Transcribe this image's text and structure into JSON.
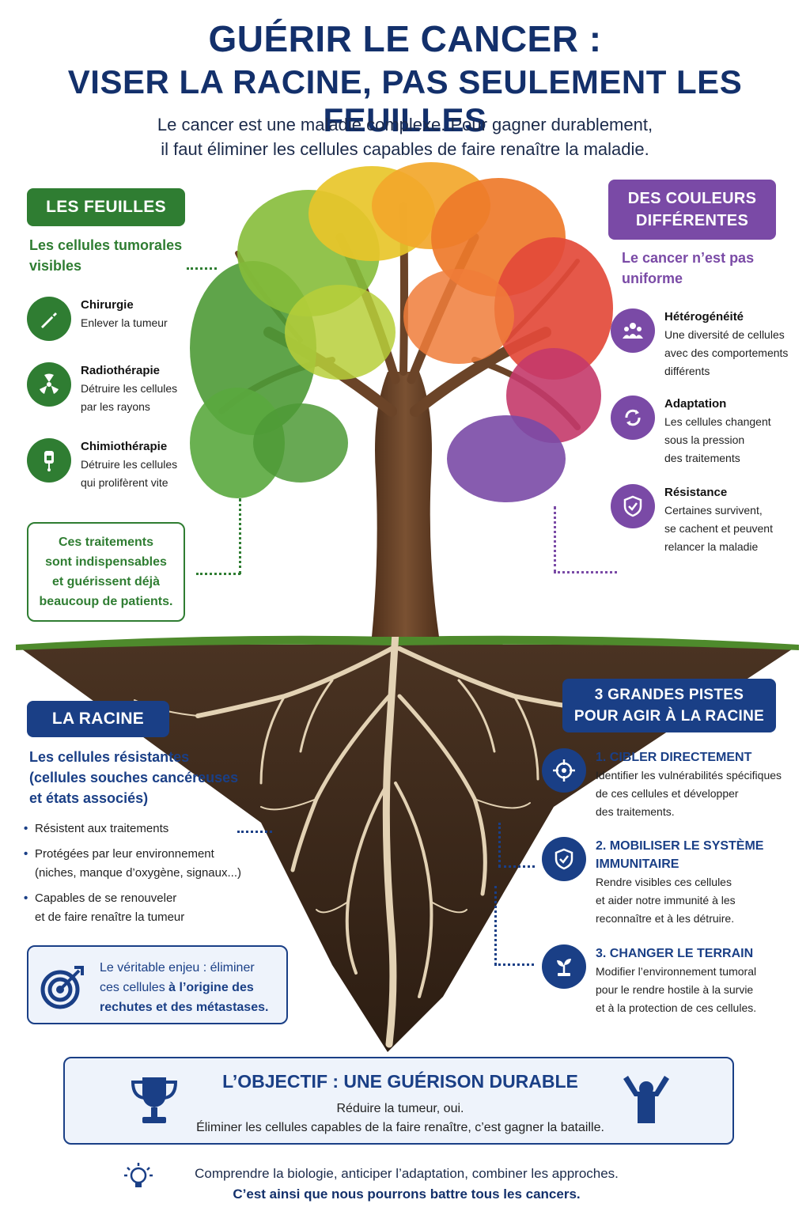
{
  "header": {
    "title_line1": "GUÉRIR LE CANCER :",
    "title_line2": "VISER LA RACINE, PAS SEULEMENT LES FEUILLES",
    "subtitle_line1": "Le cancer est une maladie complexe. Pour gagner durablement,",
    "subtitle_line2": "il faut éliminer les cellules capables de faire renaître la maladie."
  },
  "feuilles": {
    "label": "LES FEUILLES",
    "lead_line1": "Les cellules tumorales",
    "lead_line2": "visibles",
    "items": [
      {
        "title": "Chirurgie",
        "desc1": "Enlever la tumeur",
        "desc2": "",
        "icon": "scalpel-icon"
      },
      {
        "title": "Radiothérapie",
        "desc1": "Détruire les cellules",
        "desc2": "par les rayons",
        "icon": "radiation-icon"
      },
      {
        "title": "Chimiothérapie",
        "desc1": "Détruire les cellules",
        "desc2": "qui prolifèrent vite",
        "icon": "iv-bag-icon"
      }
    ],
    "box_lines": [
      "Ces traitements",
      "sont indispensables",
      "et guérissent déjà",
      "beaucoup de patients."
    ]
  },
  "couleurs": {
    "label_line1": "DES COULEURS",
    "label_line2": "DIFFÉRENTES",
    "lead_line1": "Le cancer n’est pas",
    "lead_line2": "uniforme",
    "items": [
      {
        "title": "Hétérogénéité",
        "desc1": "Une diversité de cellules",
        "desc2": "avec des comportements",
        "desc3": "différents",
        "icon": "group-icon"
      },
      {
        "title": "Adaptation",
        "desc1": "Les cellules changent",
        "desc2": "sous la pression",
        "desc3": "des traitements",
        "icon": "cycle-icon"
      },
      {
        "title": "Résistance",
        "desc1": "Certaines survivent,",
        "desc2": "se cachent et peuvent",
        "desc3": "relancer la maladie",
        "icon": "shield-icon"
      }
    ]
  },
  "racine": {
    "label": "LA RACINE",
    "lead_line1": "Les cellules résistantes",
    "lead_line2": "(cellules souches cancéreuses",
    "lead_line3": "et états associés)",
    "bullets": [
      {
        "line1": "Résistent aux traitements",
        "line2": ""
      },
      {
        "line1": "Protégées par leur environnement",
        "line2": "(niches, manque d’oxygène, signaux...)"
      },
      {
        "line1": "Capables de se renouveler",
        "line2": "et de faire renaître la tumeur"
      }
    ],
    "enjeu_line1": "Le véritable enjeu : éliminer",
    "enjeu_line2a": "ces cellules ",
    "enjeu_line2b": "à l’origine des",
    "enjeu_line3": "rechutes et des métastases."
  },
  "pistes": {
    "label_line1": "3 GRANDES PISTES",
    "label_line2": "POUR AGIR À LA RACINE",
    "items": [
      {
        "title1": "1. CIBLER DIRECTEMENT",
        "title2": "",
        "desc1": "Identifier les vulnérabilités spécifiques",
        "desc2": "de ces cellules et développer",
        "desc3": "des traitements.",
        "icon": "crosshair-icon"
      },
      {
        "title1": "2. MOBILISER LE SYSTÈME",
        "title2": "IMMUNITAIRE",
        "desc1": "Rendre visibles ces cellules",
        "desc2": "et aider notre immunité à les",
        "desc3": "reconnaître et à les détruire.",
        "icon": "immune-shield-icon"
      },
      {
        "title1": "3. CHANGER LE TERRAIN",
        "title2": "",
        "desc1": "Modifier l’environnement tumoral",
        "desc2": "pour le rendre hostile à la survie",
        "desc3": "et à la protection de ces cellules.",
        "icon": "sprout-icon"
      }
    ]
  },
  "objectif": {
    "title": "L’OBJECTIF : UNE GUÉRISON DURABLE",
    "line1": "Réduire la tumeur, oui.",
    "line2": "Éliminer les cellules capables de la faire renaître, c’est gagner la bataille."
  },
  "footer": {
    "line1": "Comprendre la biologie, anticiper l’adaptation, combiner les approches.",
    "line2": "C’est ainsi que nous pourrons battre tous les cancers."
  },
  "colors": {
    "navy": "#13306b",
    "green": "#2f7d32",
    "purple": "#7a4aa6",
    "blue": "#1a3f86",
    "trunk": "#6b4428",
    "soil": "#3d2a1c",
    "roots": "#e3d2b4"
  }
}
